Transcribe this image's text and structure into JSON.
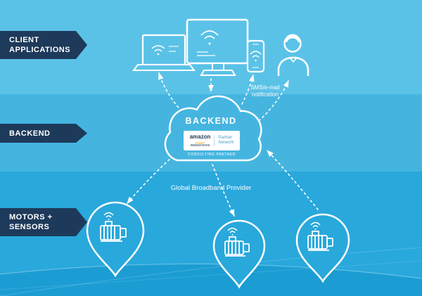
{
  "banners": [
    {
      "label": "CLIENT\nAPPLICATIONS"
    },
    {
      "label": "BACKEND"
    },
    {
      "label": "MOTORS +\nSENSORS"
    }
  ],
  "cloud": {
    "title": "BACKEND",
    "aws": {
      "amazon": "amazon",
      "webservices": "webservices",
      "partner": "Partner\nNetwork",
      "consulting": "CONSULTING PARTNER"
    }
  },
  "annotations": {
    "sms": "SMS/e-mail\nnotification",
    "broadband": "Global Broadband Provider"
  },
  "icons": [
    "laptop-icon",
    "monitor-icon",
    "smartphone-icon",
    "person-icon",
    "cloud-icon",
    "wifi-icon",
    "motor-icon",
    "map-pin-icon",
    "dashed-arrow"
  ],
  "colors": {
    "band_top": "#5bc2e7",
    "band_middle": "#45b5e0",
    "band_bottom": "#29a8dc",
    "footer_arc": "#1b9dd3",
    "banner_navy": "#1e3a5a",
    "white": "#ffffff",
    "aws_smile_orange": "#f7981d",
    "aws_text_navy": "#233a54",
    "aws_partner_blue": "#4aa3cc"
  }
}
